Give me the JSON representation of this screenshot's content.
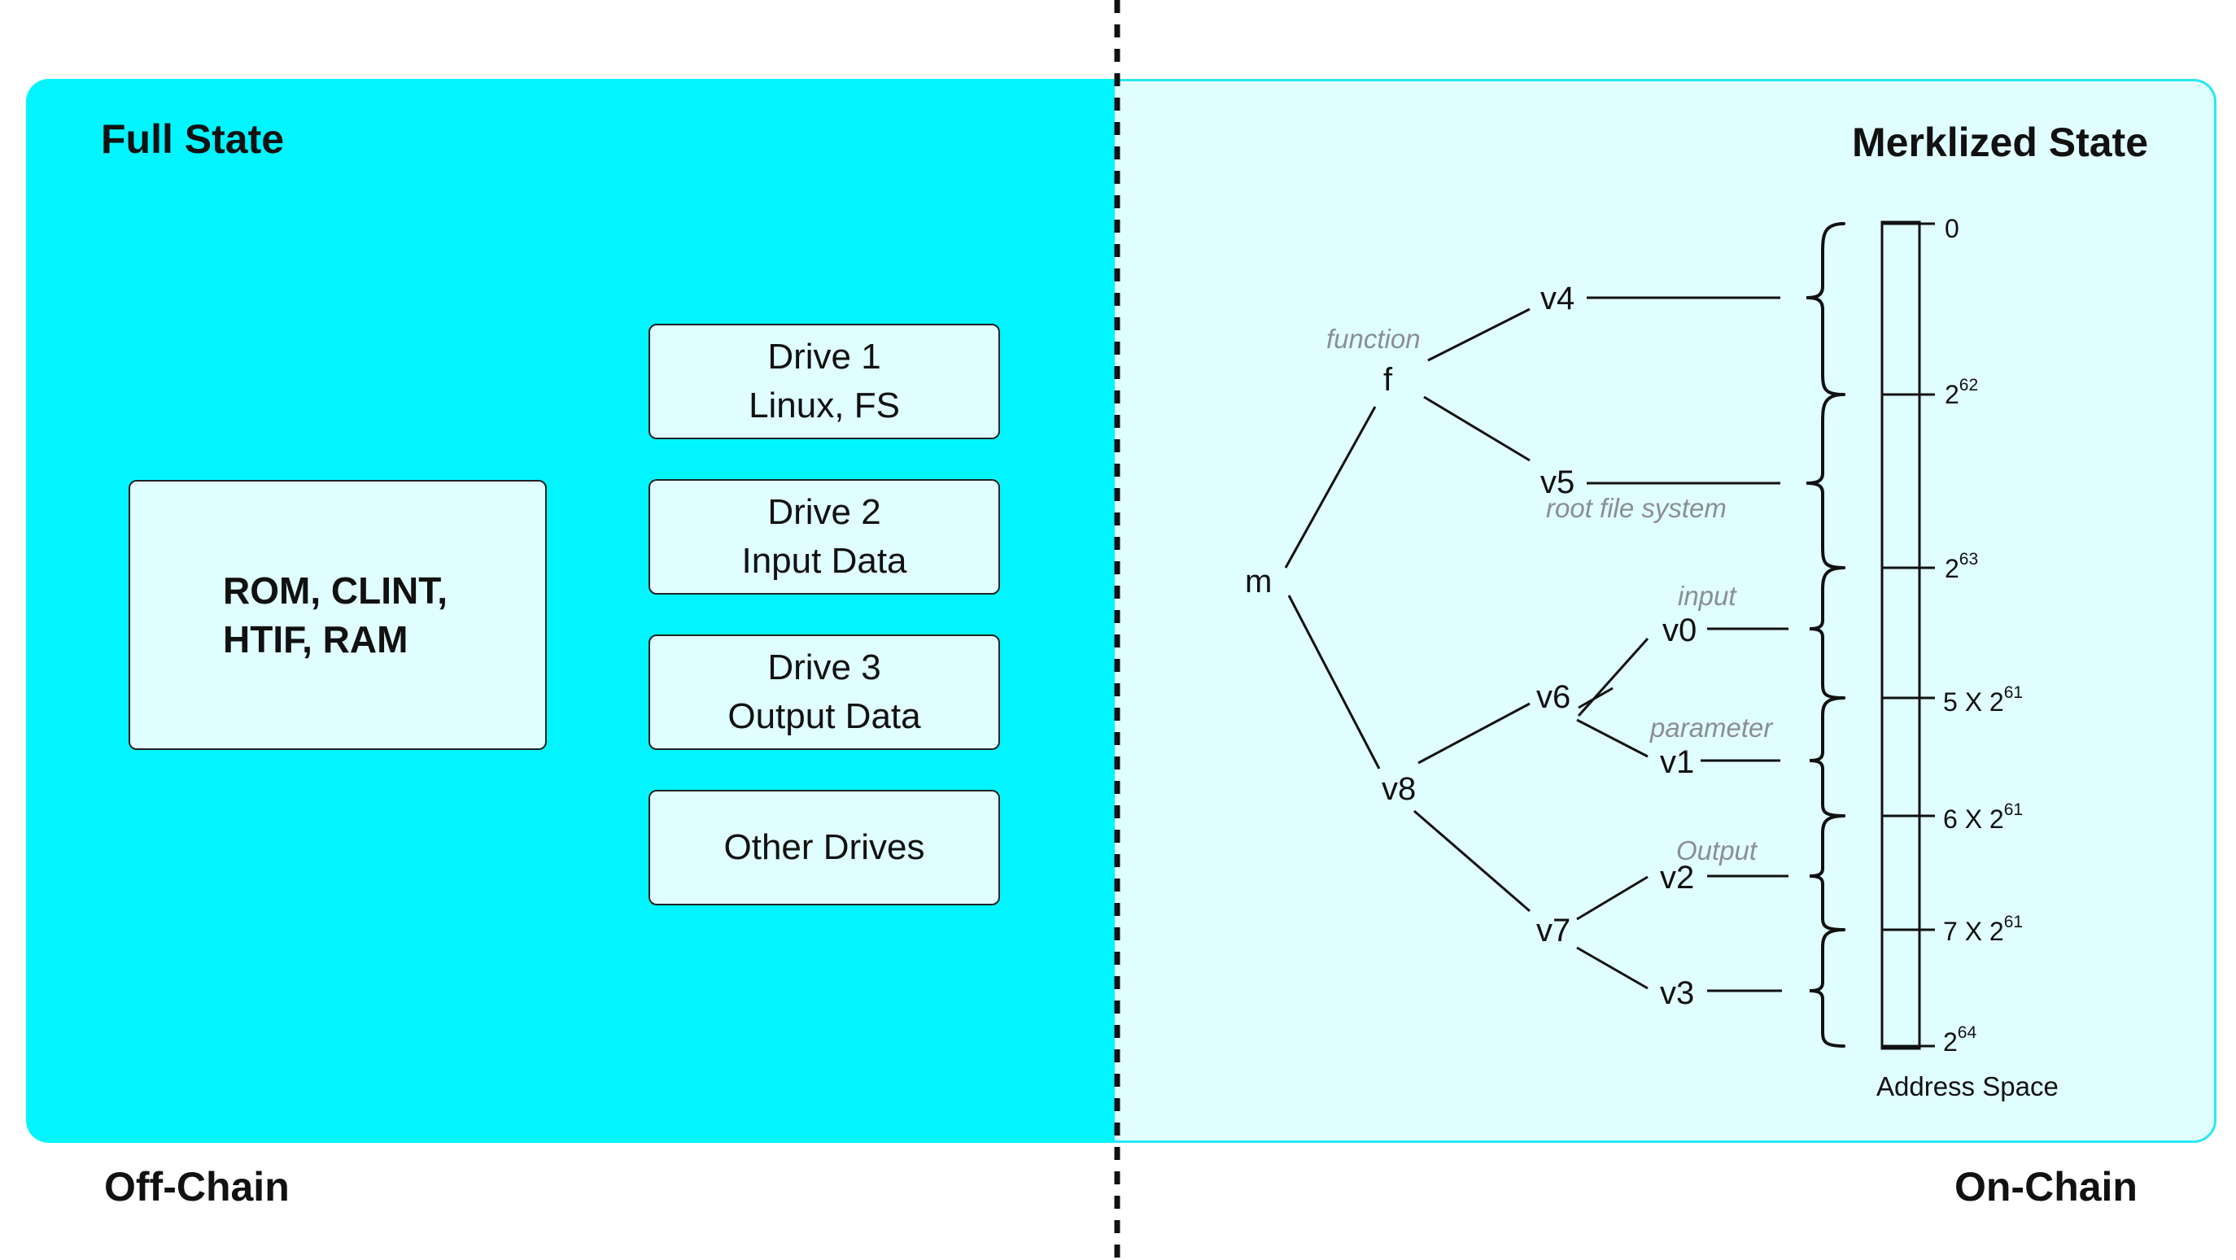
{
  "left_panel": {
    "title": "Full State",
    "footer": "Off-Chain",
    "rom_box": {
      "line1": "ROM, CLINT,",
      "line2": "HTIF, RAM"
    },
    "drives": [
      {
        "line1": "Drive 1",
        "line2": "Linux, FS"
      },
      {
        "line1": "Drive 2",
        "line2": "Input Data"
      },
      {
        "line1": "Drive 3",
        "line2": "Output Data"
      },
      {
        "line1": "Other Drives",
        "line2": ""
      }
    ],
    "colors": {
      "panel": "#00f5ff",
      "box": "#e0fdff"
    }
  },
  "right_panel": {
    "title": "Merklized State",
    "footer": "On-Chain",
    "colors": {
      "panel": "#e0fdff",
      "border": "#27e8f5"
    },
    "tree": {
      "nodes": {
        "m": "m",
        "f": "f",
        "v4": "v4",
        "v5": "v5",
        "v8": "v8",
        "v6": "v6",
        "v7": "v7",
        "v0": "v0",
        "v1": "v1",
        "v2": "v2",
        "v3": "v3"
      },
      "annotations": {
        "function": "function",
        "root_fs": "root file system",
        "input": "input",
        "parameter": "parameter",
        "output": "Output"
      }
    },
    "address_space": {
      "title": "Address Space",
      "ticks": [
        {
          "base": "0",
          "exp": ""
        },
        {
          "base": "2",
          "exp": "62"
        },
        {
          "base": "2",
          "exp": "63"
        },
        {
          "base": "5 X 2",
          "exp": "61"
        },
        {
          "base": "6 X 2",
          "exp": "61"
        },
        {
          "base": "7 X 2",
          "exp": "61"
        },
        {
          "base": "2",
          "exp": "64"
        }
      ]
    }
  }
}
